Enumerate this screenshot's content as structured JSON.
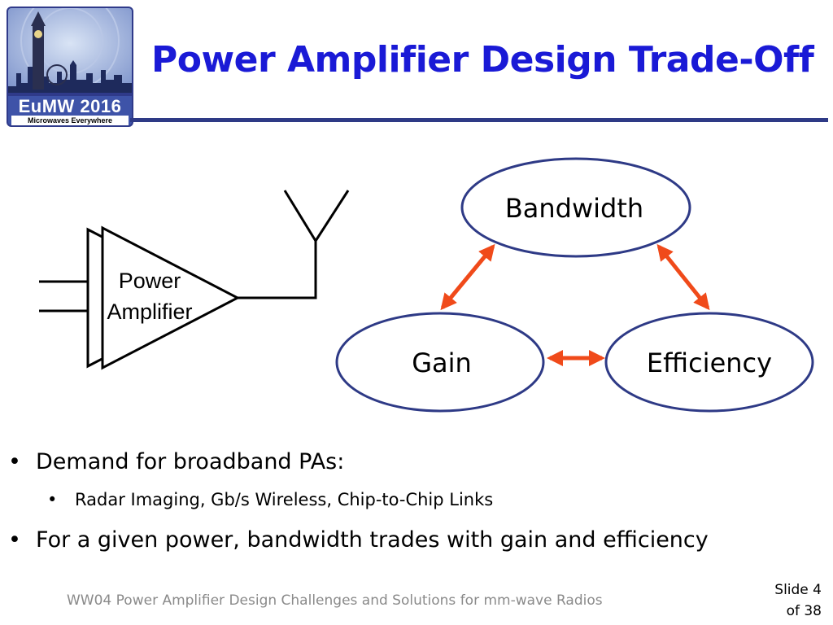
{
  "logo": {
    "title": "EuMW 2016",
    "subtitle": "Microwaves Everywhere",
    "colors": {
      "background": "#3e53a8",
      "text": "#ffffff"
    }
  },
  "title": "Power Amplifier Design Trade-Off",
  "diagram": {
    "amplifier_label_line1": "Power",
    "amplifier_label_line2": "Amplifier",
    "nodes": {
      "bandwidth": "Bandwidth",
      "gain": "Gain",
      "efficiency": "Efficiency"
    },
    "colors": {
      "ellipse_stroke": "#2e3a86",
      "arrow": "#f04a1a"
    }
  },
  "bullets": {
    "item1_text": "Demand for broadband PAs:",
    "item1_sub1_text": "Radar Imaging, Gb/s Wireless, Chip-to-Chip Links",
    "item2_text": "For a given power, bandwidth trades with gain and efficiency",
    "bullet_glyph": "•"
  },
  "footer": {
    "text": "WW04  Power Amplifier Design Challenges and Solutions for mm-wave Radios",
    "slide_line1": "Slide 4",
    "slide_line2": "of 38"
  }
}
